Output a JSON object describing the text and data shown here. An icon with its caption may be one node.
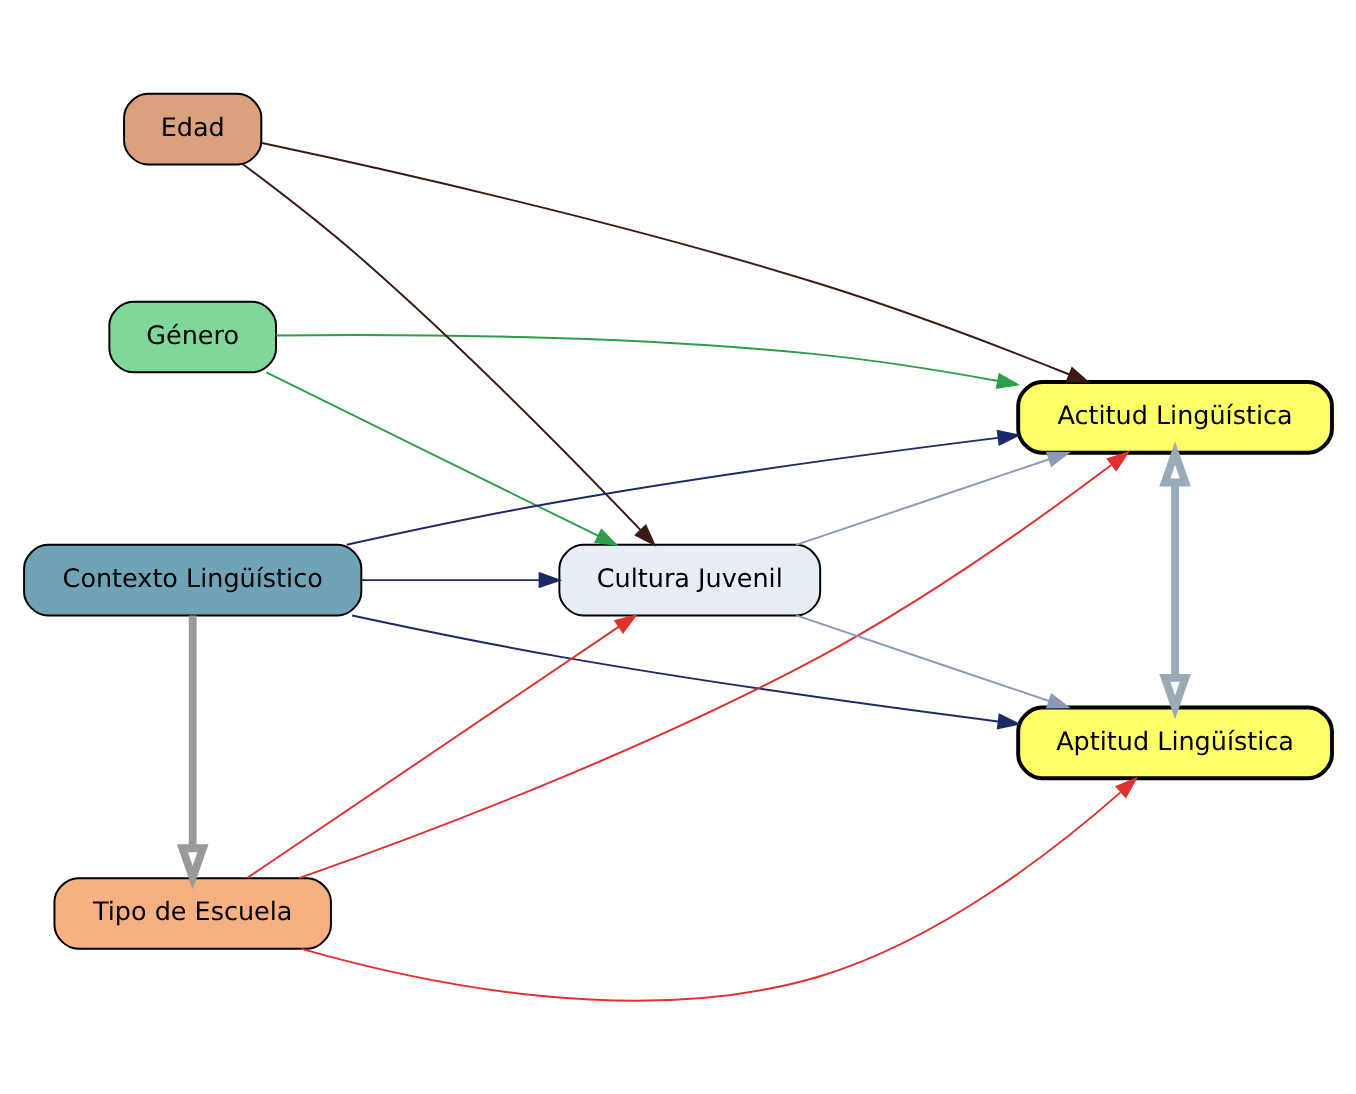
{
  "diagram": {
    "nodes": [
      {
        "text": [
          "Género"
        ]
      },
      {
        "text": [
          "Edad"
        ]
      },
      {
        "text": [
          "Contexto Lingüístico"
        ]
      },
      {
        "text": [
          "Tipo de Escuela"
        ]
      },
      {
        "text": [
          "Cultura Juvenil"
        ]
      },
      {
        "text": [
          "Actitud Lingüística"
        ]
      },
      {
        "text": [
          "Aptitud Lingüística"
        ]
      }
    ],
    "edges": [
      {
        "from": 0,
        "to": 5,
        "arrow": "to",
        "color": "#2e9e4a"
      },
      {
        "from": 0,
        "to": 4,
        "arrow": "to",
        "color": "#2e9e4a"
      },
      {
        "from": 1,
        "to": 5,
        "arrow": "to",
        "color": "#3a1a14"
      },
      {
        "from": 1,
        "to": 4,
        "arrow": "to",
        "color": "#3a1a14"
      },
      {
        "from": 2,
        "to": 4,
        "arrow": "to",
        "color": "#1a2a66"
      },
      {
        "from": 2,
        "to": 5,
        "arrow": "to",
        "color": "#1a2a66"
      },
      {
        "from": 2,
        "to": 6,
        "arrow": "to",
        "color": "#1a2a66"
      },
      {
        "from": 2,
        "to": 3,
        "arrow": "to",
        "style": "thick",
        "color": "#9a9a9a"
      },
      {
        "from": 4,
        "to": 5,
        "arrow": "to",
        "color": "#8a9ab8"
      },
      {
        "from": 4,
        "to": 6,
        "arrow": "to",
        "color": "#8a9ab8"
      },
      {
        "from": 3,
        "to": 4,
        "arrow": "to",
        "color": "#e03030"
      },
      {
        "from": 3,
        "to": 5,
        "arrow": "to",
        "color": "#e03030"
      },
      {
        "from": 3,
        "to": 6,
        "arrow": "to",
        "color": "#e03030"
      },
      {
        "from": 5,
        "to": 6,
        "arrow": "both",
        "style": "thick",
        "color": "#9aaab8"
      }
    ]
  }
}
